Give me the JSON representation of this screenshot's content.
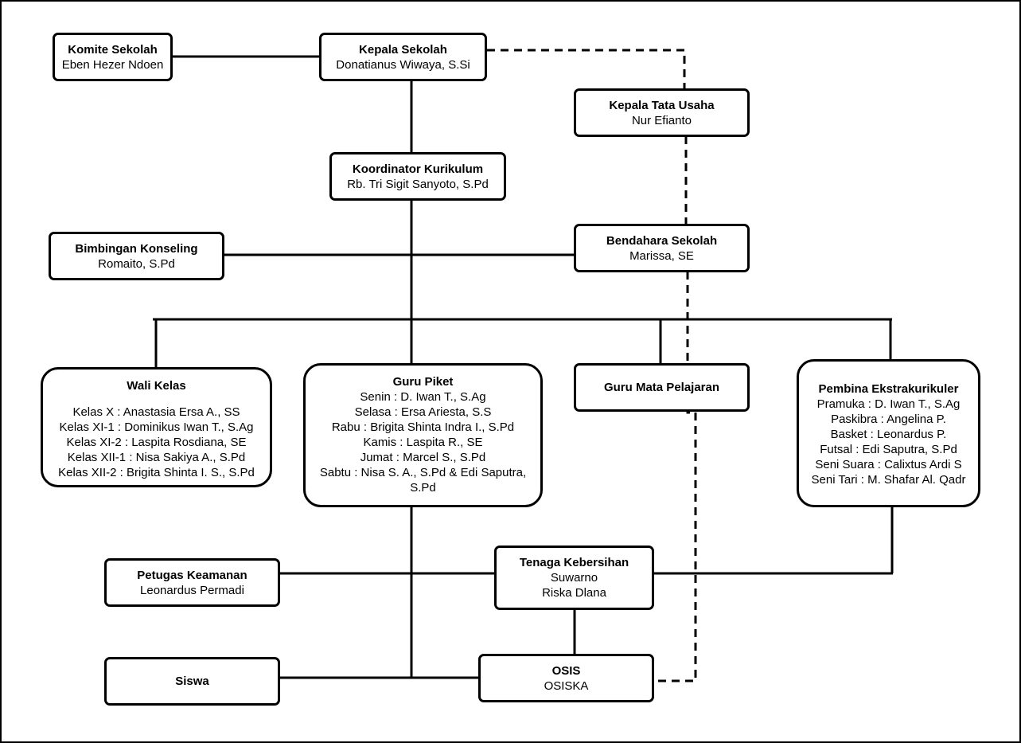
{
  "nodes": {
    "komite": {
      "title": "Komite Sekolah",
      "name": "Eben Hezer Ndoen"
    },
    "kepala": {
      "title": "Kepala Sekolah",
      "name": "Donatianus Wiwaya, S.Si"
    },
    "tata_usaha": {
      "title": "Kepala Tata Usaha",
      "name": "Nur Efianto"
    },
    "kurikulum": {
      "title": "Koordinator Kurikulum",
      "name": "Rb. Tri Sigit Sanyoto, S.Pd"
    },
    "bk": {
      "title": "Bimbingan Konseling",
      "name": "Romaito, S.Pd"
    },
    "bendahara": {
      "title": "Bendahara Sekolah",
      "name": "Marissa, SE"
    },
    "wali_kelas": {
      "title": "Wali Kelas",
      "lines": [
        "Kelas X : Anastasia Ersa A., SS",
        "Kelas XI-1 : Dominikus Iwan T., S.Ag",
        "Kelas XI-2 : Laspita Rosdiana, SE",
        "Kelas XII-1 : Nisa Sakiya A., S.Pd",
        "Kelas XII-2 : Brigita Shinta I. S., S.Pd"
      ]
    },
    "guru_piket": {
      "title": "Guru Piket",
      "lines": [
        "Senin : D. Iwan T., S.Ag",
        "Selasa : Ersa Ariesta, S.S",
        "Rabu : Brigita Shinta Indra I., S.Pd",
        "Kamis : Laspita R., SE",
        "Jumat : Marcel S., S.Pd",
        "Sabtu : Nisa S. A., S.Pd & Edi Saputra,",
        "S.Pd"
      ]
    },
    "guru_mapel": {
      "title": "Guru Mata Pelajaran"
    },
    "ekskul": {
      "title": "Pembina Ekstrakurikuler",
      "lines": [
        "Pramuka : D. Iwan T., S.Ag",
        "Paskibra : Angelina P.",
        "Basket : Leonardus P.",
        "Futsal : Edi Saputra, S.Pd",
        "Seni Suara : Calixtus Ardi S",
        "Seni Tari : M. Shafar Al. Qadr"
      ]
    },
    "keamanan": {
      "title": "Petugas Keamanan",
      "name": "Leonardus Permadi"
    },
    "kebersihan": {
      "title": "Tenaga Kebersihan",
      "lines": [
        "Suwarno",
        "Riska Dlana"
      ]
    },
    "siswa": {
      "title": "Siswa"
    },
    "osis": {
      "title": "OSIS",
      "name": "OSISKA"
    }
  }
}
